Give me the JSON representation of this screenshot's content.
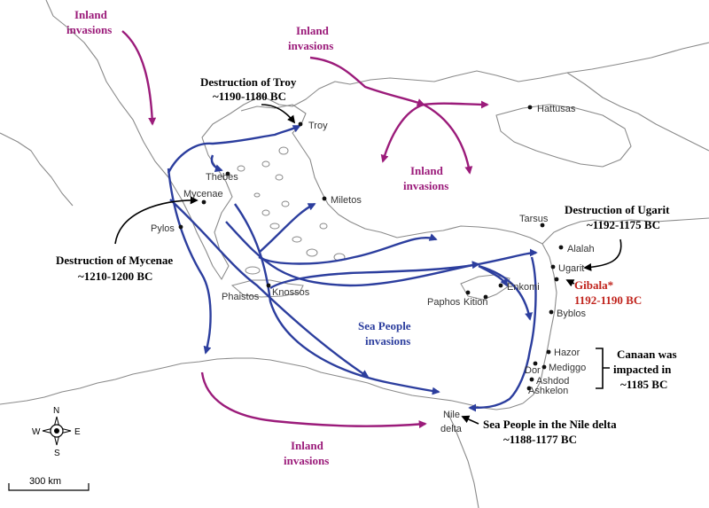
{
  "colors": {
    "inland": "#9b1b7a",
    "sea": "#2c3e9e",
    "red": "#c0221b",
    "black": "#000000",
    "coast": "#8a8a8a"
  },
  "cities": [
    {
      "id": "troy",
      "name": "Troy"
    },
    {
      "id": "hattusas",
      "name": "Hattusas"
    },
    {
      "id": "thebes",
      "name": "Thebes"
    },
    {
      "id": "mycenae",
      "name": "Mycenae"
    },
    {
      "id": "pylos",
      "name": "Pylos"
    },
    {
      "id": "miletos",
      "name": "Miletos"
    },
    {
      "id": "tarsus",
      "name": "Tarsus"
    },
    {
      "id": "alalah",
      "name": "Alalah"
    },
    {
      "id": "ugarit",
      "name": "Ugarit"
    },
    {
      "id": "enkomi",
      "name": "Enkomi"
    },
    {
      "id": "paphos",
      "name": "Paphos"
    },
    {
      "id": "kition",
      "name": "Kition"
    },
    {
      "id": "byblos",
      "name": "Byblos"
    },
    {
      "id": "phaistos",
      "name": "Phaistos"
    },
    {
      "id": "knossos",
      "name": "Knossos"
    },
    {
      "id": "hazor",
      "name": "Hazor"
    },
    {
      "id": "dor",
      "name": "Dor"
    },
    {
      "id": "mediggo",
      "name": "Mediggo"
    },
    {
      "id": "ashdod",
      "name": "Ashdod"
    },
    {
      "id": "ashkelon",
      "name": "Ashkelon"
    },
    {
      "id": "nile",
      "name": "Nile"
    },
    {
      "id": "delta",
      "name": "delta"
    }
  ],
  "labels": {
    "inland_invasions_line1": "Inland",
    "inland_invasions_line2": "invasions",
    "sea_people_line1": "Sea People",
    "sea_people_line2": "invasions",
    "troy_line1": "Destruction of Troy",
    "troy_line2": "~1190-1180 BC",
    "mycenae_line1": "Destruction of Mycenae",
    "mycenae_line2": "~1210-1200 BC",
    "ugarit_line1": "Destruction of Ugarit",
    "ugarit_line2": "~1192-1175 BC",
    "gibala_line1": "Gibala*",
    "gibala_line2": "1192-1190 BC",
    "canaan_line1": "Canaan was",
    "canaan_line2": "impacted in",
    "canaan_line3": "~1185 BC",
    "nile_line1": "Sea People in the Nile delta",
    "nile_line2": "~1188-1177 BC"
  },
  "compass": {
    "n": "N",
    "s": "S",
    "e": "E",
    "w": "W"
  },
  "scale": {
    "label": "300 km"
  }
}
